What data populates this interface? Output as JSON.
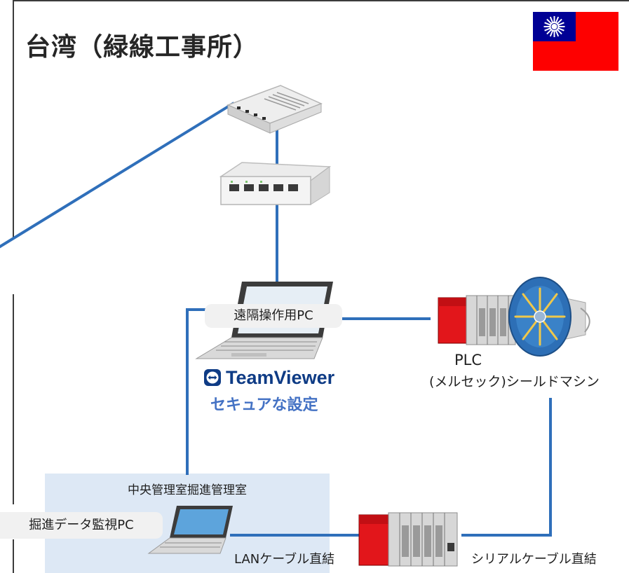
{
  "title": "台湾（緑線工事所）",
  "labels": {
    "remote_pc": "遠隔操作用PC",
    "plc": "PLC",
    "plc_sub": "(メルセック)シールドマシン",
    "room": "中央管理室掘進管理室",
    "monitor_pc": "掘進データ監視PC",
    "lan_cable": "LANケーブル直結",
    "serial_cable": "シリアルケーブル直結"
  },
  "teamviewer": {
    "brand": "TeamViewer",
    "setting": "セキュアな設定"
  },
  "colors": {
    "connection_line": "#2f6fba",
    "room_fill": "#dde8f5",
    "flag_red": "#fe0000",
    "flag_blue": "#000095",
    "teamviewer_brand": "#0e3b85",
    "secure_text": "#4472c4"
  },
  "icons": {
    "flag": "taiwan-flag-icon",
    "router": "router-icon",
    "switch": "network-switch-icon",
    "laptop_remote": "laptop-icon",
    "laptop_monitor": "laptop-icon",
    "plc_upper": "plc-unit-icon",
    "plc_lower": "plc-unit-icon",
    "shield_machine": "shield-machine-icon",
    "teamviewer": "teamviewer-logo-icon"
  }
}
